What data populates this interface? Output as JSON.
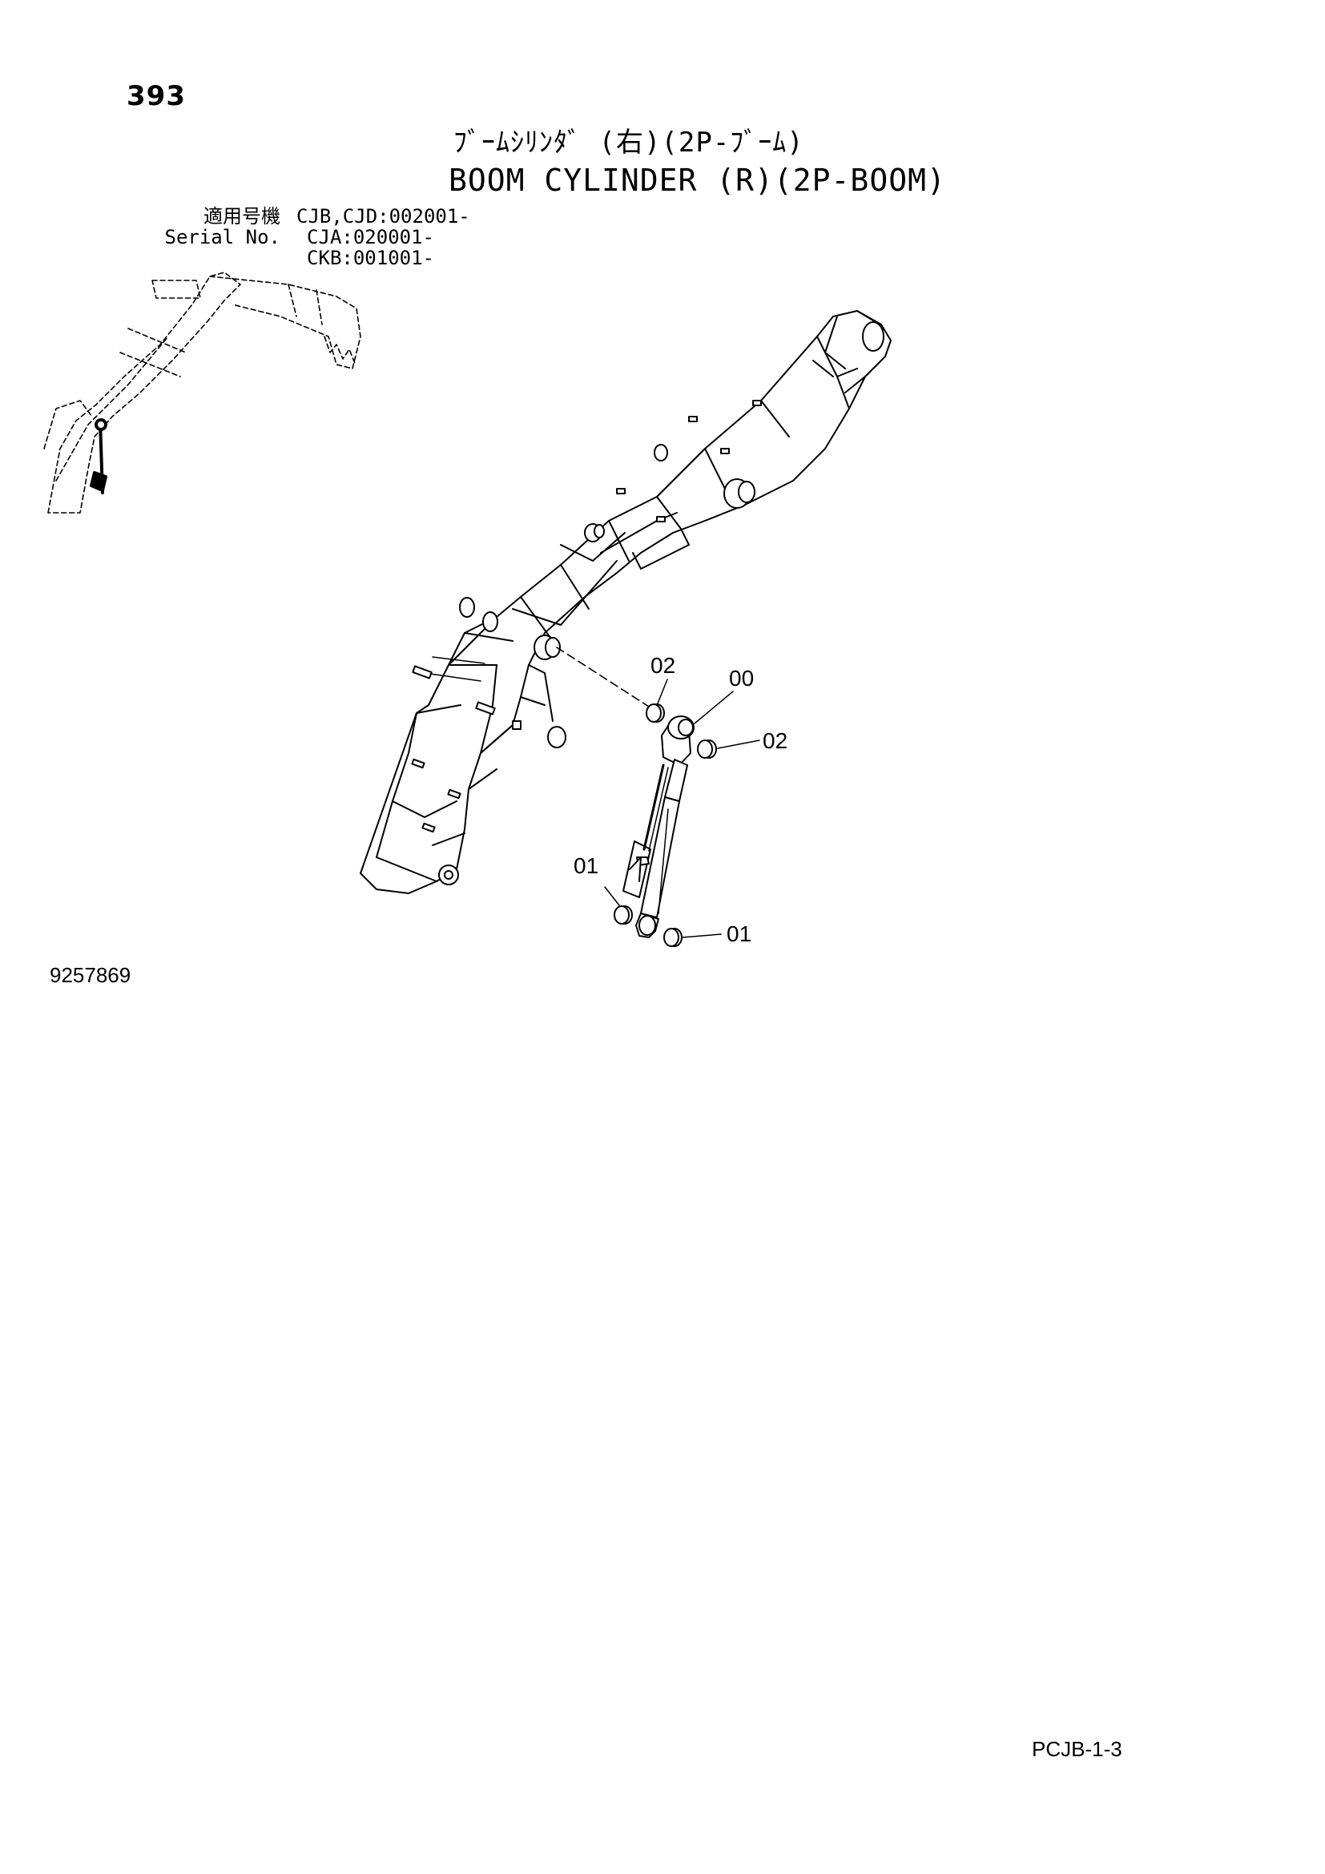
{
  "header": {
    "page_number": "393",
    "title_jp": "ﾌﾞｰﾑｼﾘﾝﾀﾞ (右)(2P-ﾌﾞｰﾑ)",
    "title_en": "BOOM CYLINDER (R)(2P-BOOM)"
  },
  "serial": {
    "label_jp": "適用号機",
    "label_en": "Serial No.",
    "codes": [
      "CJB,CJD:002001-",
      "CJA:020001-",
      "CKB:001001-"
    ]
  },
  "callouts": {
    "c02_top": "02",
    "c00": "00",
    "c02_right": "02",
    "c01_left": "01",
    "c01_right": "01"
  },
  "footer": {
    "drawing_number": "9257869",
    "page_code": "PCJB-1-3"
  }
}
